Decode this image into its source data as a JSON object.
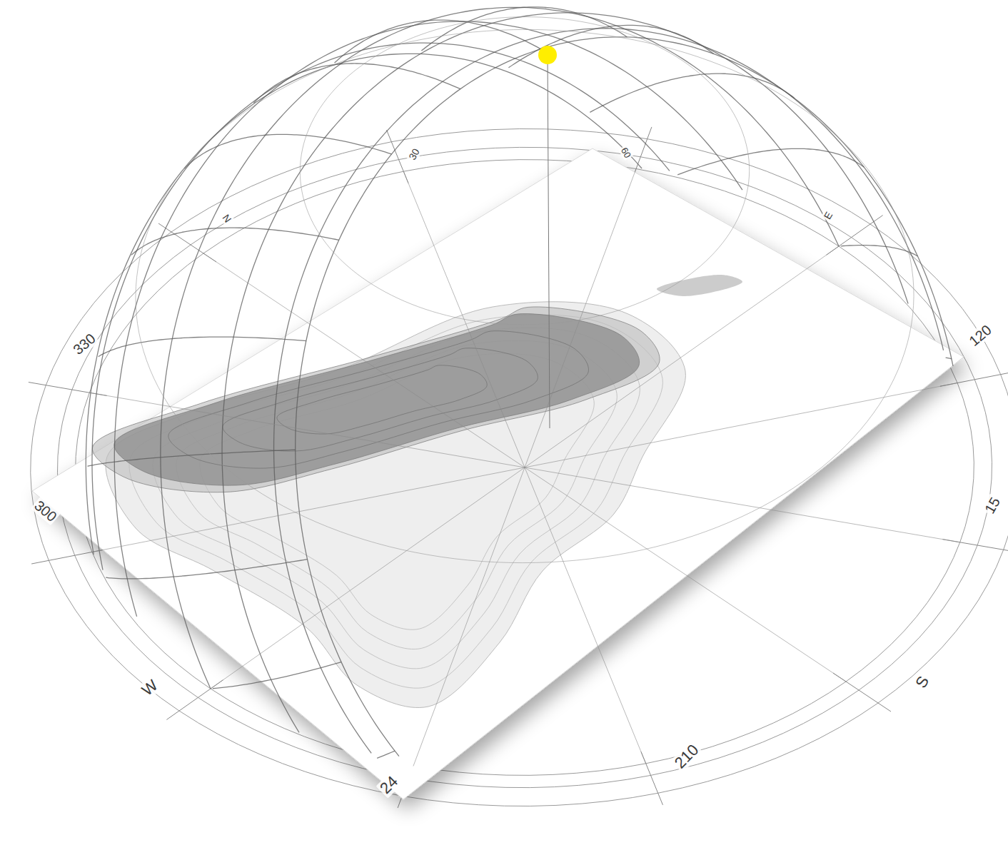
{
  "diagram": {
    "labels": [
      "330",
      "N",
      "30",
      "60",
      "E",
      "120",
      "15",
      "300",
      "W",
      "24",
      "210",
      "S"
    ]
  }
}
